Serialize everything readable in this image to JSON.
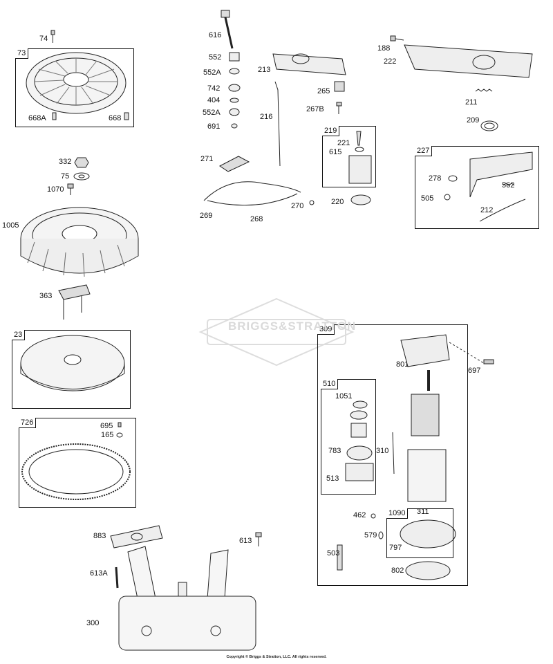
{
  "watermark": "BRIGGS&STRATTON",
  "copyright": "Copyright © Briggs & Stratton, LLC. All rights reserved.",
  "boxes": {
    "b73": "73",
    "b23": "23",
    "b726": "726",
    "b219": "219",
    "b227": "227",
    "b309": "309",
    "b510": "510",
    "b1090": "1090"
  },
  "labels": {
    "l74": "74",
    "l668A": "668A",
    "l668": "668",
    "l332": "332",
    "l75": "75",
    "l1070": "1070",
    "l1005": "1005",
    "l363": "363",
    "l695": "695",
    "l165": "165",
    "l616": "616",
    "l552a": "552",
    "l552A1": "552A",
    "l742": "742",
    "l404": "404",
    "l552A2": "552A",
    "l691": "691",
    "l213": "213",
    "l265": "265",
    "l267B": "267B",
    "l216": "216",
    "l271": "271",
    "l221": "221",
    "l615": "615",
    "l220": "220",
    "l269": "269",
    "l268": "268",
    "l270": "270",
    "l188": "188",
    "l222": "222",
    "l211": "211",
    "l209": "209",
    "l278": "278",
    "l562": "562",
    "l505": "505",
    "l212": "212",
    "l801": "801",
    "l697": "697",
    "l1051": "1051",
    "l783": "783",
    "l310": "310",
    "l513": "513",
    "l462": "462",
    "l311": "311",
    "l579": "579",
    "l797": "797",
    "l503": "503",
    "l802": "802",
    "l883": "883",
    "l613": "613",
    "l613A": "613A",
    "l300": "300"
  }
}
